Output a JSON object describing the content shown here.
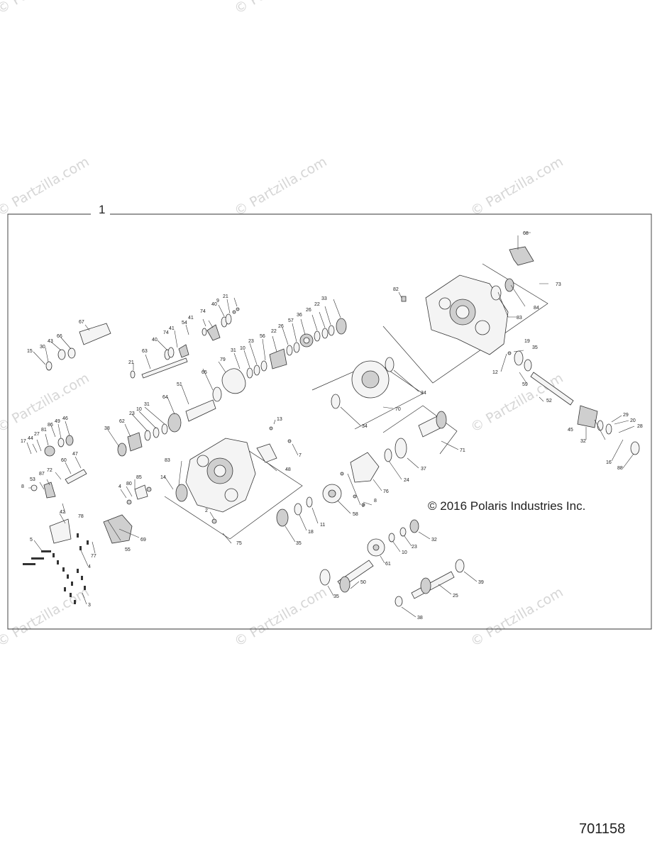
{
  "frame_label": "1",
  "copyright": "© 2016 Polaris Industries Inc.",
  "document_number": "701158",
  "watermarks": [
    "© Partzilla.com",
    "© Partzilla.com",
    "© Partzilla.com",
    "© Partzilla.com",
    "© Partzilla.com",
    "© Partzilla.com",
    "© Partzilla.com",
    "© Partzilla.com",
    "© Partzilla.com",
    "© Partzilla.com"
  ],
  "callouts": {
    "c68": "68",
    "c73": "73",
    "c82": "82",
    "c83": "83",
    "c84": "84",
    "c19": "19",
    "c35a": "35",
    "c12": "12",
    "c59": "59",
    "c52": "52",
    "c45": "45",
    "c32a": "32",
    "c29": "29",
    "c20": "20",
    "c28": "28",
    "c16": "16",
    "c88": "88",
    "c21a": "21",
    "c9": "9",
    "c40a": "40",
    "c74a": "74",
    "c41a": "41",
    "c54": "54",
    "c74b": "74",
    "c41b": "41",
    "c40b": "40",
    "c63": "63",
    "c21b": "21",
    "c33": "33",
    "c22a": "22",
    "c26a": "26",
    "c36": "36",
    "c57": "57",
    "c26b": "26",
    "c22b": "22",
    "c56": "56",
    "c23a": "23",
    "c10a": "10",
    "c31a": "31",
    "c79": "79",
    "c65": "65",
    "c67": "67",
    "c43": "43",
    "c66": "66",
    "c30": "30",
    "c15": "15",
    "c51": "51",
    "c64": "64",
    "c31b": "31",
    "c10b": "10",
    "c23b": "23",
    "c62": "62",
    "c38a": "38",
    "c34a": "34",
    "c70": "70",
    "c34b": "34",
    "c13": "13",
    "c14": "14",
    "c83b": "83",
    "c48": "48",
    "c7a": "7",
    "c2": "2",
    "c75": "75",
    "c46": "46",
    "c49": "49",
    "c86": "86",
    "c81": "81",
    "c27": "27",
    "c44": "44",
    "c17": "17",
    "c47": "47",
    "c60": "60",
    "c72": "72",
    "c87": "87",
    "c53": "53",
    "c8a": "8",
    "c42": "42",
    "c85": "85",
    "c80": "80",
    "c4a": "4",
    "c55": "55",
    "c69": "69",
    "c78": "78",
    "c5": "5",
    "c77": "77",
    "c4b": "4",
    "c3": "3",
    "c71": "71",
    "c37": "37",
    "c24": "24",
    "c76": "76",
    "c8b": "8",
    "c7b": "7",
    "c58": "58",
    "c11": "11",
    "c18": "18",
    "c35b": "35",
    "c32b": "32",
    "c23c": "23",
    "c10c": "10",
    "c61": "61",
    "c50": "50",
    "c35c": "35",
    "c39": "39",
    "c25": "25",
    "c38b": "38"
  }
}
